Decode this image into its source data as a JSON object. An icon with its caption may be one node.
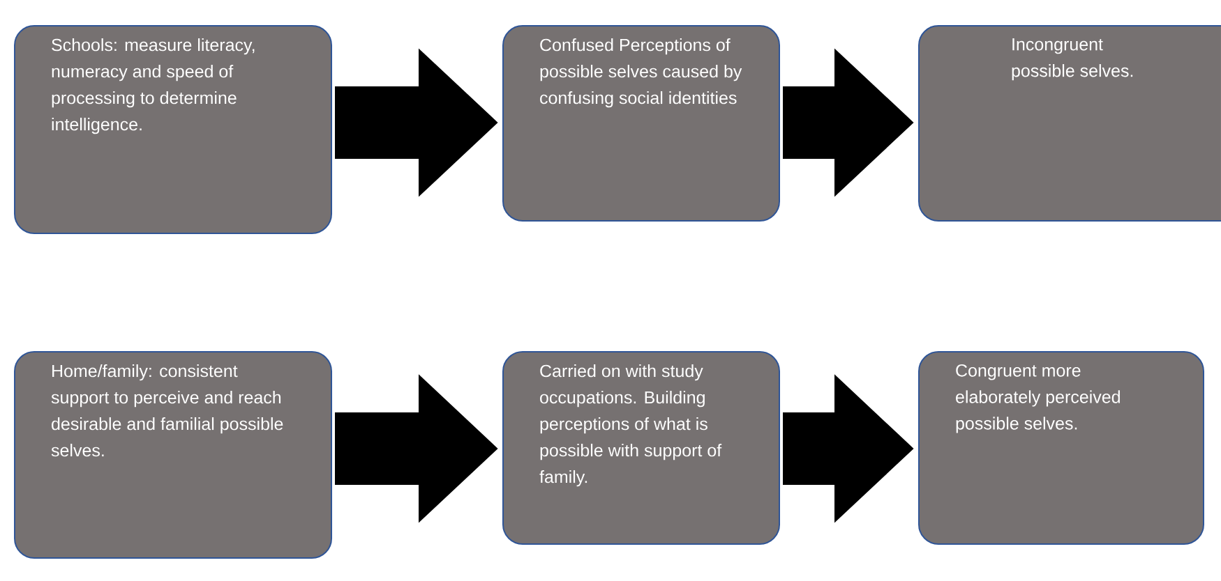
{
  "diagram": {
    "nodes": [
      {
        "text": [
          "Schools: measure literacy, numeracy and speed of processing to determine intelligence."
        ]
      },
      {
        "text": [
          "Confused Perceptions of possible selves caused by confusing social identities"
        ]
      },
      {
        "text": [
          "Incongruent possible selves."
        ]
      },
      {
        "text": [
          "Home/family: consistent support to perceive and reach desirable and familial possible selves."
        ]
      },
      {
        "text": [
          "Carried on with study occupations. Building perceptions of what is possible with support of family."
        ]
      },
      {
        "text": [
          "Congruent more elaborately perceived possible selves."
        ]
      }
    ],
    "edges": [
      {
        "from": 0,
        "to": 1,
        "arrow": "to"
      },
      {
        "from": 1,
        "to": 2,
        "arrow": "to"
      },
      {
        "from": 3,
        "to": 4,
        "arrow": "to"
      },
      {
        "from": 4,
        "to": 5,
        "arrow": "to"
      }
    ]
  }
}
